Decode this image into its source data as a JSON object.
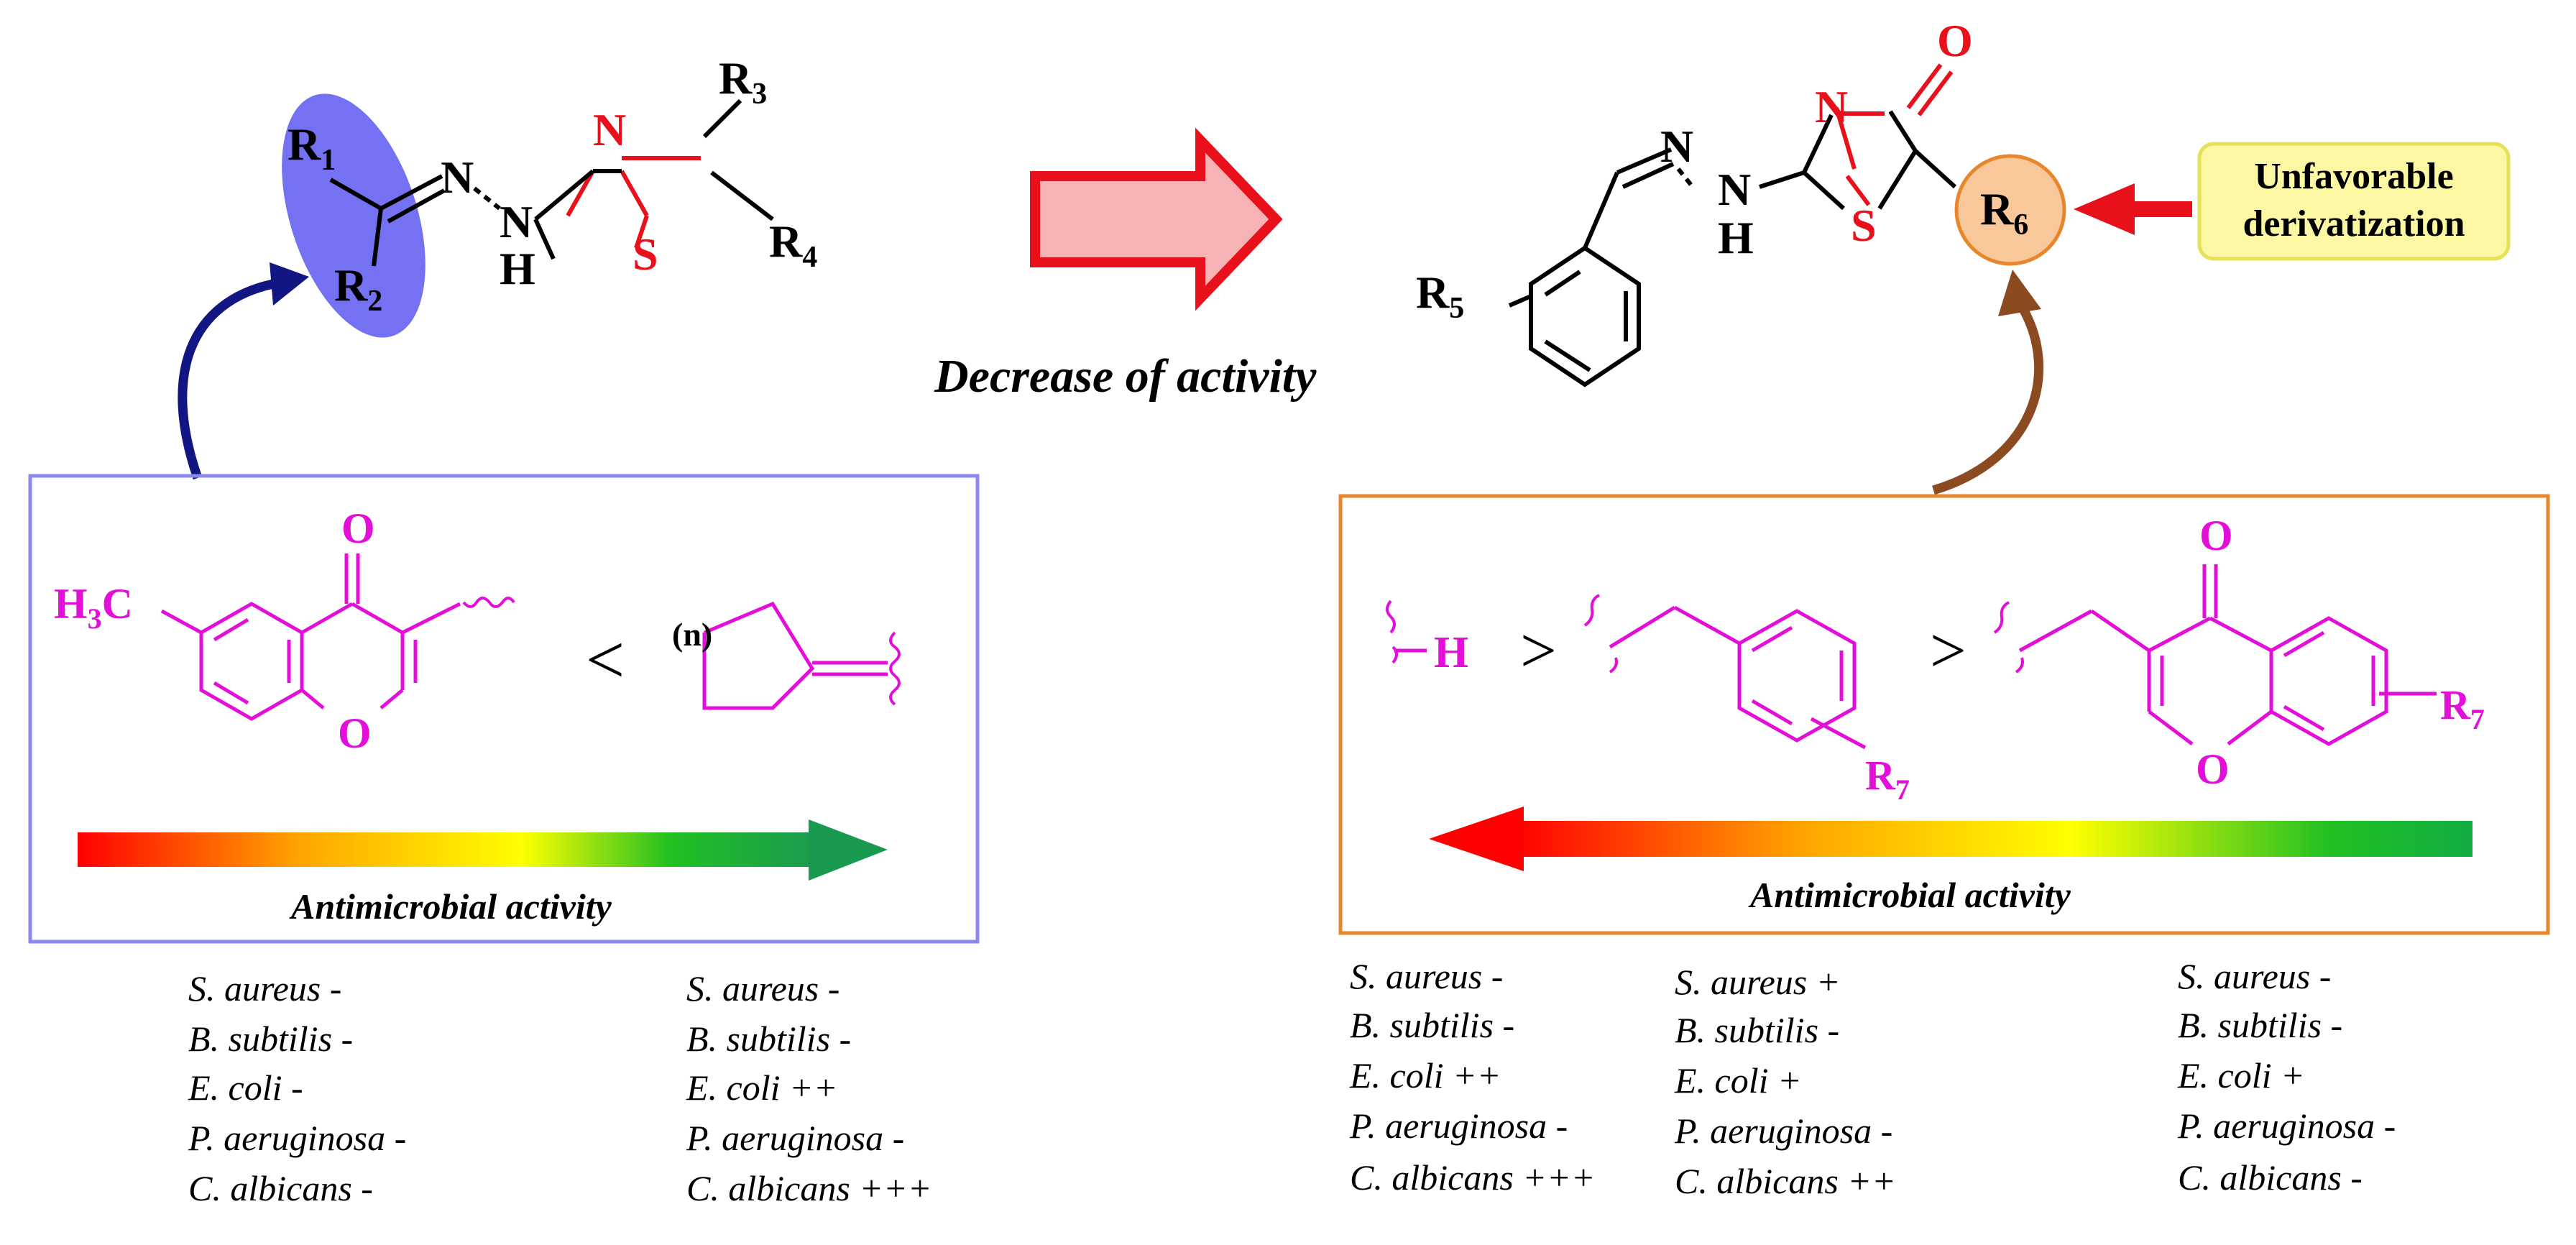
{
  "colors": {
    "black": "#000000",
    "ring_red": "#e8101a",
    "magenta": "#e30fd8",
    "left_box_border": "#8d87f0",
    "right_box_border": "#e9862b",
    "left_ellipse": "#7472f2",
    "r6_circle_fill": "#f8c89a",
    "r6_circle_stroke": "#e8862c",
    "note_fill": "#fbf7a3",
    "note_stroke": "#e7e15a",
    "big_arrow_fill": "#f7b2b5",
    "big_arrow_stroke": "#e8101a",
    "navy_arrow": "#121683",
    "brown_arrow": "#8b4a1f",
    "red_arrow": "#e8101a",
    "gradient": [
      "#ff0000",
      "#ffa500",
      "#ffff00",
      "#22c022",
      "#1a9a50"
    ]
  },
  "center": {
    "label": "Decrease of activity"
  },
  "left_structure": {
    "r1": "R",
    "r1_sub": "1",
    "r2": "R",
    "r2_sub": "2",
    "r3": "R",
    "r3_sub": "3",
    "r4": "R",
    "r4_sub": "4",
    "n_imine": "N",
    "n_amine": "N",
    "h": "H",
    "ring_n": "N",
    "ring_s": "S"
  },
  "right_structure": {
    "r5": "R",
    "r5_sub": "5",
    "r6": "R",
    "r6_sub": "6",
    "n_imine": "N",
    "n_amine": "N",
    "h": "H",
    "ring_n": "N",
    "ring_s": "S",
    "carbonyl_o": "O"
  },
  "note": {
    "line1": "Unfavorable",
    "line2": "derivatization"
  },
  "left_box": {
    "h3c": "H",
    "h3c_sub": "3",
    "h3c_c": "C",
    "carbonyl_o": "O",
    "ring_o": "O",
    "comparator": "<",
    "n_label": "(n)",
    "activity_label": "Antimicrobial activity"
  },
  "right_box": {
    "h_label": "H",
    "comparator1": ">",
    "comparator2": ">",
    "r7a": "R",
    "r7a_sub": "7",
    "r7b": "R",
    "r7b_sub": "7",
    "carbonyl_o": "O",
    "ring_o": "O",
    "activity_label": "Antimicrobial activity"
  },
  "legends": [
    [
      "S. aureus -",
      "B. subtilis -",
      "E. coli -",
      "P.  aeruginosa -",
      "C. albicans -"
    ],
    [
      "S. aureus -",
      "B. subtilis -",
      "E. coli ++",
      "P.  aeruginosa -",
      "C. albicans +++"
    ],
    [
      "S. aureus -",
      "B. subtilis -",
      "E. coli ++",
      "P.  aeruginosa -",
      "C. albicans +++"
    ],
    [
      "S. aureus +",
      "B. subtilis -",
      "E. coli +",
      "P.  aeruginosa -",
      "C. albicans ++"
    ],
    [
      "S. aureus -",
      "B. subtilis -",
      "E. coli +",
      "P.  aeruginosa -",
      "C. albicans -"
    ]
  ]
}
